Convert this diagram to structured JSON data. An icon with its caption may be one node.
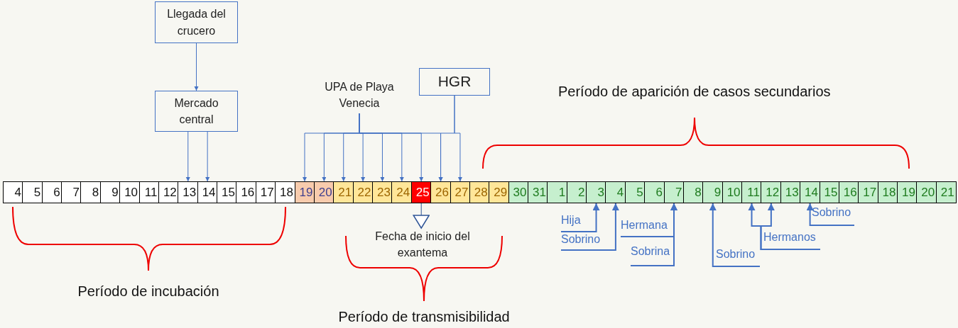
{
  "diagram": {
    "nodes": [
      {
        "text": [
          "Llegada del crucero"
        ]
      },
      {
        "text": [
          "Mercado central"
        ]
      },
      {
        "text": [
          "UPA de Playa Venecia"
        ]
      },
      {
        "text": [
          "HGR"
        ]
      },
      {
        "text": [
          "4"
        ]
      },
      {
        "text": [
          "5"
        ]
      },
      {
        "text": [
          "6"
        ]
      },
      {
        "text": [
          "7"
        ]
      },
      {
        "text": [
          "8"
        ]
      },
      {
        "text": [
          "9"
        ]
      },
      {
        "text": [
          "10"
        ]
      },
      {
        "text": [
          "11"
        ]
      },
      {
        "text": [
          "12"
        ]
      },
      {
        "text": [
          "13"
        ]
      },
      {
        "text": [
          "14"
        ]
      },
      {
        "text": [
          "15"
        ]
      },
      {
        "text": [
          "16"
        ]
      },
      {
        "text": [
          "17"
        ]
      },
      {
        "text": [
          "18"
        ]
      },
      {
        "text": [
          "19"
        ]
      },
      {
        "text": [
          "20"
        ]
      },
      {
        "text": [
          "21"
        ]
      },
      {
        "text": [
          "22"
        ]
      },
      {
        "text": [
          "23"
        ]
      },
      {
        "text": [
          "24"
        ]
      },
      {
        "text": [
          "25"
        ]
      },
      {
        "text": [
          "26"
        ]
      },
      {
        "text": [
          "27"
        ]
      },
      {
        "text": [
          "28"
        ]
      },
      {
        "text": [
          "29"
        ]
      },
      {
        "text": [
          "30"
        ]
      },
      {
        "text": [
          "31"
        ]
      },
      {
        "text": [
          "1"
        ]
      },
      {
        "text": [
          "2"
        ]
      },
      {
        "text": [
          "3"
        ]
      },
      {
        "text": [
          "4"
        ]
      },
      {
        "text": [
          "5"
        ]
      },
      {
        "text": [
          "6"
        ]
      },
      {
        "text": [
          "7"
        ]
      },
      {
        "text": [
          "8"
        ]
      },
      {
        "text": [
          "9"
        ]
      },
      {
        "text": [
          "10"
        ]
      },
      {
        "text": [
          "11"
        ]
      },
      {
        "text": [
          "12"
        ]
      },
      {
        "text": [
          "13"
        ]
      },
      {
        "text": [
          "14"
        ]
      },
      {
        "text": [
          "15"
        ]
      },
      {
        "text": [
          "16"
        ]
      },
      {
        "text": [
          "17"
        ]
      },
      {
        "text": [
          "18"
        ]
      },
      {
        "text": [
          "19"
        ]
      },
      {
        "text": [
          "20"
        ]
      },
      {
        "text": [
          "21"
        ]
      },
      {
        "text": [
          "Fecha de inicio del exantema"
        ]
      },
      {
        "text": [
          "Hija"
        ]
      },
      {
        "text": [
          "Sobrino"
        ]
      },
      {
        "text": [
          "Hermana"
        ]
      },
      {
        "text": [
          "Sobrina"
        ]
      },
      {
        "text": [
          "Sobrino"
        ]
      },
      {
        "text": [
          "Hermanos"
        ]
      },
      {
        "text": [
          "Sobrino"
        ]
      }
    ],
    "edges": [
      {
        "from": 0,
        "to": 1,
        "arrow": "to"
      },
      {
        "from": 1,
        "to": 13,
        "arrow": "to"
      },
      {
        "from": 1,
        "to": 14,
        "arrow": "to"
      },
      {
        "from": 2,
        "to": 19,
        "arrow": "to"
      },
      {
        "from": 2,
        "to": 20,
        "arrow": "to"
      },
      {
        "from": 2,
        "to": 21,
        "arrow": "to"
      },
      {
        "from": 2,
        "to": 22,
        "arrow": "to"
      },
      {
        "from": 2,
        "to": 23,
        "arrow": "to"
      },
      {
        "from": 2,
        "to": 24,
        "arrow": "to"
      },
      {
        "from": 2,
        "to": 25,
        "arrow": "to"
      },
      {
        "from": 2,
        "to": 26,
        "arrow": "to"
      },
      {
        "from": 3,
        "to": 26,
        "arrow": "to"
      },
      {
        "from": 3,
        "to": 27,
        "arrow": "to"
      },
      {
        "from": 25,
        "to": 53,
        "arrow": "to"
      },
      {
        "from": 54,
        "to": 34,
        "arrow": "to"
      },
      {
        "from": 55,
        "to": 35,
        "arrow": "to"
      },
      {
        "from": 56,
        "to": 38,
        "arrow": "to"
      },
      {
        "from": 57,
        "to": 38,
        "arrow": "to"
      },
      {
        "from": 58,
        "to": 40,
        "arrow": "to"
      },
      {
        "from": 59,
        "to": 42,
        "arrow": "to"
      },
      {
        "from": 59,
        "to": 43,
        "arrow": "to"
      },
      {
        "from": 60,
        "to": 45,
        "arrow": "to"
      }
    ],
    "labels": [
      "Período de aparición de casos secundarios",
      "Período de incubación",
      "Período de transmisibilidad"
    ]
  }
}
